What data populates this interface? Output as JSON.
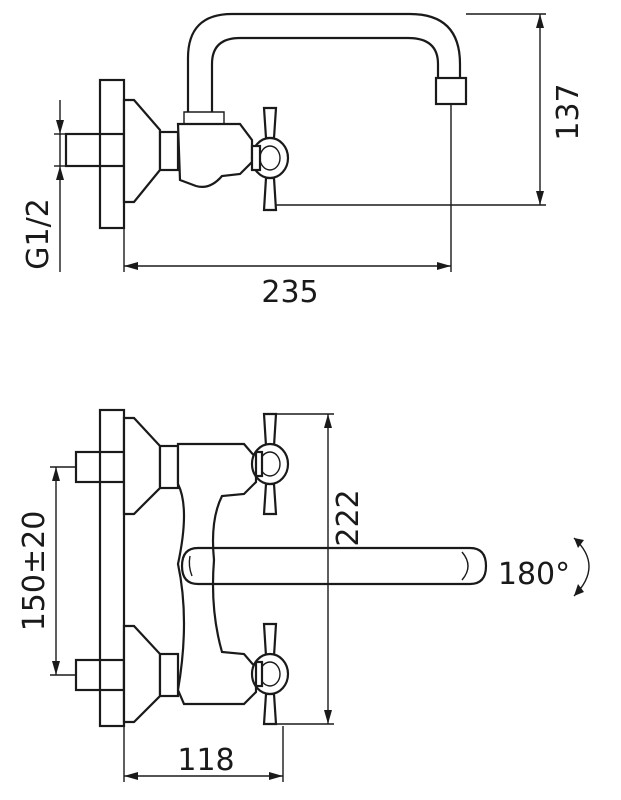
{
  "side_view": {
    "height_dim": "137",
    "length_dim": "235",
    "thread_label": "G1/2"
  },
  "front_view": {
    "height_dim": "222",
    "spacing_dim": "150±20",
    "depth_dim": "118",
    "rotation_label": "180°"
  }
}
